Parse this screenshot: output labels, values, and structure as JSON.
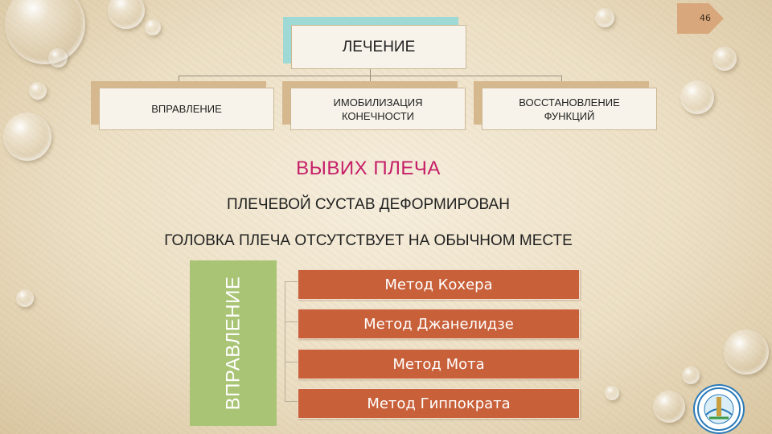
{
  "slide": {
    "number": "46"
  },
  "chart": {
    "root": "ЛЕЧЕНИЕ",
    "children": [
      "ВПРАВЛЕНИЕ",
      "ИМОБИЛИЗАЦИЯ КОНЕЧНОСТИ",
      "ВОССТАНОВЛЕНИЕ ФУНКЦИЙ"
    ]
  },
  "heading": "ВЫВИХ ПЛЕЧА",
  "lines": [
    "ПЛЕЧЕВОЙ СУСТАВ ДЕФОРМИРОВАН",
    "ГОЛОВКА ПЛЕЧА ОТСУТСТВУЕТ НА ОБЫЧНОМ МЕСТЕ"
  ],
  "reduction": {
    "label": "ВПРАВЛЕНИЕ",
    "methods": [
      "Метод Кохера",
      "Метод Джанелидзе",
      "Метод Мота",
      "Метод Гиппократа"
    ]
  },
  "colors": {
    "heading": "#c51e68",
    "method_fill": "#c8603a",
    "label_bar": "#a8c474",
    "root_accent": "#9fd9d6",
    "box_accent": "#d6b88e"
  }
}
